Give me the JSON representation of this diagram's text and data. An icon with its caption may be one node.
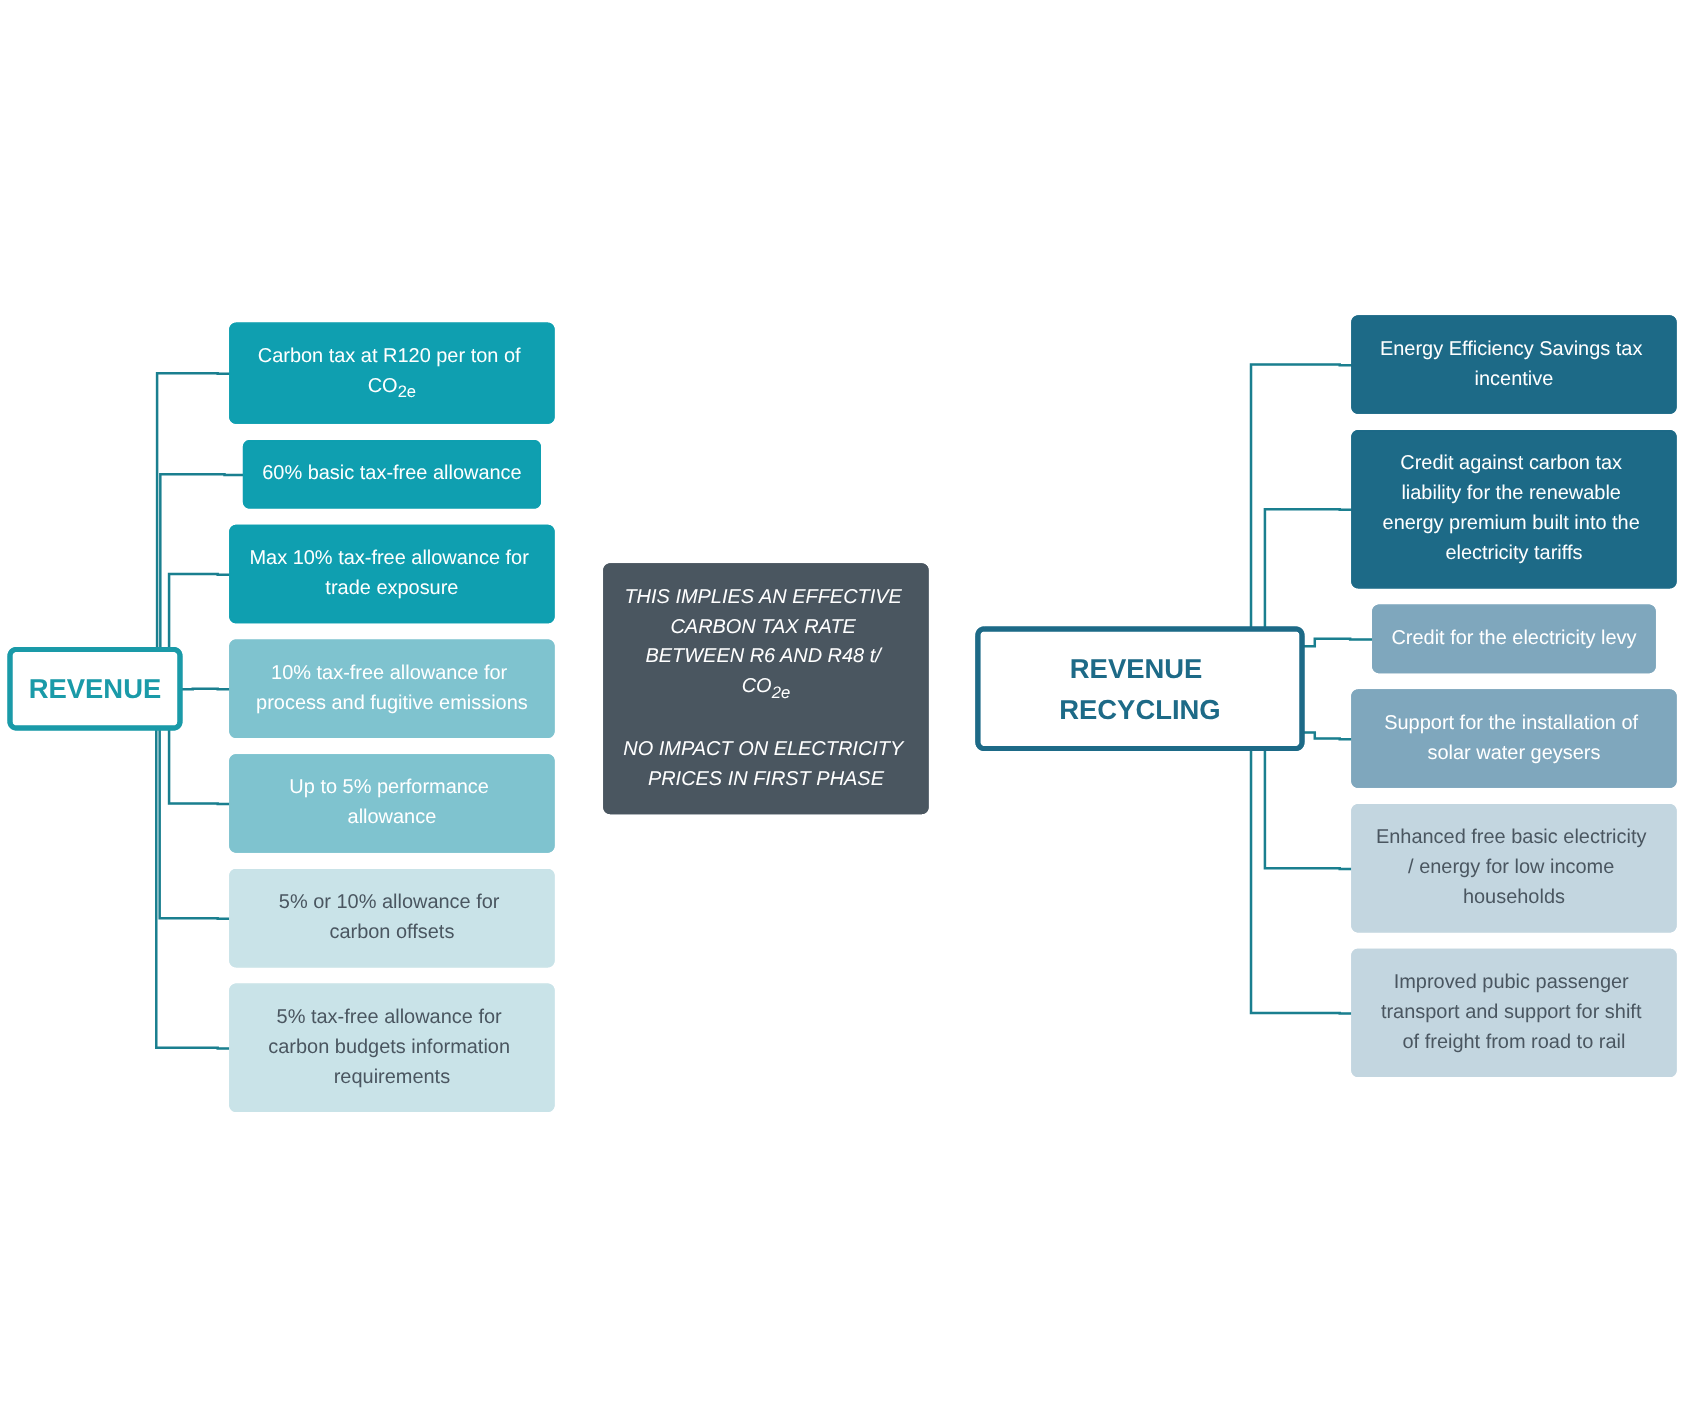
{
  "diagram": {
    "nodes": [
      {
        "text": [
          "REVENUE"
        ]
      },
      {
        "text": [
          "Carbon tax at R120 per ton of CO$_{2e}$"
        ]
      },
      {
        "text": [
          "60% basic tax-free allowance"
        ]
      },
      {
        "text": [
          "Max 10% tax-free allowance for trade exposure"
        ]
      },
      {
        "text": [
          "10% tax-free allowance for process and fugitive emissions"
        ]
      },
      {
        "text": [
          "Up to 5% performance allowance"
        ]
      },
      {
        "text": [
          "5% or 10% allowance for carbon offsets"
        ]
      },
      {
        "text": [
          "5% tax-free allowance for carbon budgets information requirements"
        ]
      },
      {
        "text": [
          "THIS IMPLIES AN EFFECTIVE CARBON TAX RATE BETWEEN R6 AND R48 t/ CO$_{2e}$",
          "NO IMPACT ON ELECTRICITY PRICES IN FIRST PHASE"
        ]
      },
      {
        "text": [
          "REVENUE RECYCLING"
        ]
      },
      {
        "text": [
          "Energy Efficiency Savings tax incentive"
        ]
      },
      {
        "text": [
          "Credit against carbon tax liability for the renewable energy premium built into the electricity tariffs"
        ]
      },
      {
        "text": [
          "Credit for the electricity levy"
        ]
      },
      {
        "text": [
          "Support for the installation of solar water geysers"
        ]
      },
      {
        "text": [
          "Enhanced free basic electricity / energy for low income households"
        ]
      },
      {
        "text": [
          "Improved pubic passenger transport and support for shift of freight from road to rail"
        ]
      }
    ],
    "edges": [
      {
        "from": 0,
        "to": 1,
        "arrow": "none"
      },
      {
        "from": 0,
        "to": 2,
        "arrow": "none"
      },
      {
        "from": 0,
        "to": 3,
        "arrow": "none"
      },
      {
        "from": 0,
        "to": 4,
        "arrow": "none"
      },
      {
        "from": 0,
        "to": 5,
        "arrow": "none"
      },
      {
        "from": 0,
        "to": 6,
        "arrow": "none"
      },
      {
        "from": 0,
        "to": 7,
        "arrow": "none"
      },
      {
        "from": 9,
        "to": 10,
        "arrow": "none"
      },
      {
        "from": 9,
        "to": 11,
        "arrow": "none"
      },
      {
        "from": 9,
        "to": 12,
        "arrow": "none"
      },
      {
        "from": 9,
        "to": 13,
        "arrow": "none"
      },
      {
        "from": 9,
        "to": 14,
        "arrow": "none"
      },
      {
        "from": 9,
        "to": 15,
        "arrow": "none"
      }
    ]
  }
}
